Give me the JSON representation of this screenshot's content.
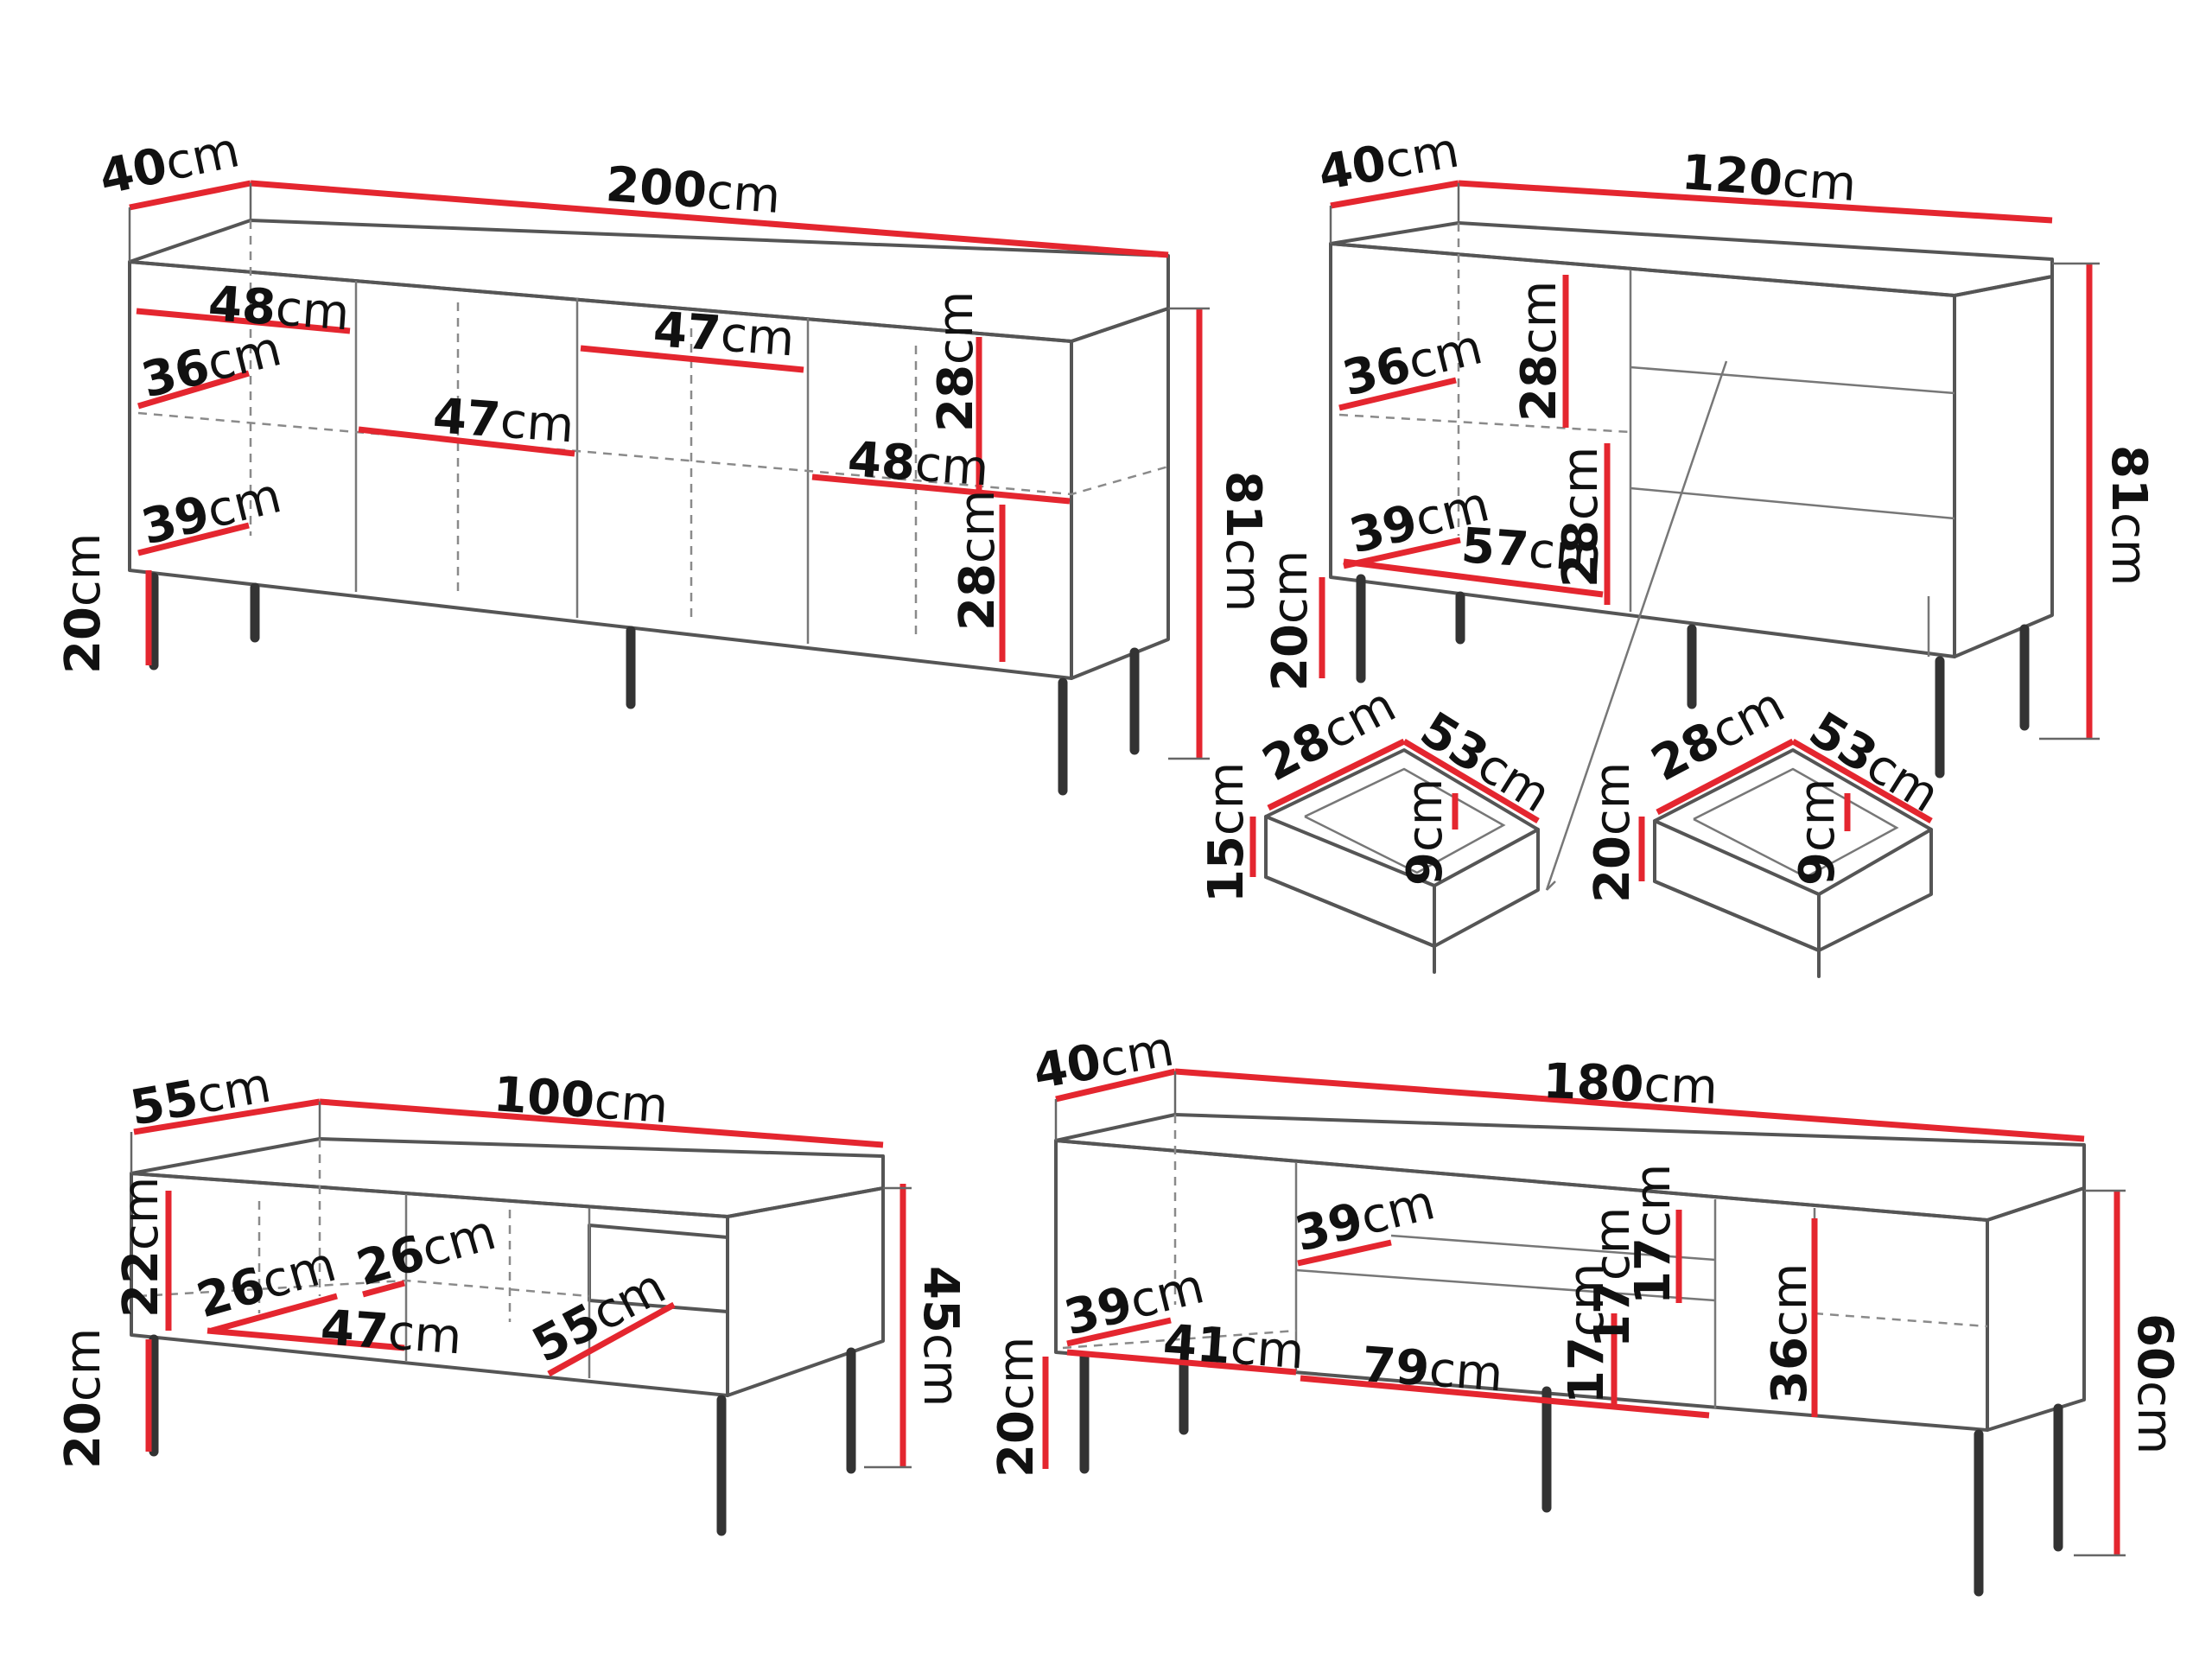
{
  "colors": {
    "dimension": "#e4262f",
    "outline": "#555555",
    "legs": "#333333",
    "text": "#111111"
  },
  "units": "cm",
  "sideboard_200": {
    "depth": "40",
    "width": "200",
    "height": "81",
    "legs": "20",
    "shelf_top_left": "48",
    "shelf_depth_upper": "36",
    "shelf_mid": "47",
    "shelf_top_mid": "47",
    "shelf_right": "48",
    "shelf_depth_lower": "39",
    "comp_upper": "28",
    "comp_lower": "28"
  },
  "sideboard_120": {
    "depth": "40",
    "width": "120",
    "height": "81",
    "legs": "20",
    "shelf_depth_upper": "36",
    "comp_upper": "28",
    "comp_lower": "28",
    "shelf_depth_lower": "39",
    "shelf_width": "57"
  },
  "drawer_small": {
    "height": "15",
    "depth": "28",
    "length": "53",
    "inner": "9"
  },
  "drawer_large": {
    "height": "20",
    "depth": "28",
    "length": "53",
    "inner": "9"
  },
  "coffee_table": {
    "depth": "55",
    "width": "100",
    "height": "45",
    "legs": "20",
    "inner_height": "22",
    "comp_a": "26",
    "comp_b": "26",
    "comp_width": "47",
    "niche": "55"
  },
  "tv_stand": {
    "depth": "40",
    "width": "180",
    "height": "60",
    "legs": "20",
    "shelf_depth_upper": "39",
    "shelf_depth_lower": "39",
    "left_width": "41",
    "mid_width": "79",
    "mid_upper": "17",
    "mid_mid": "17",
    "mid_lower": "17",
    "right_height": "36"
  }
}
